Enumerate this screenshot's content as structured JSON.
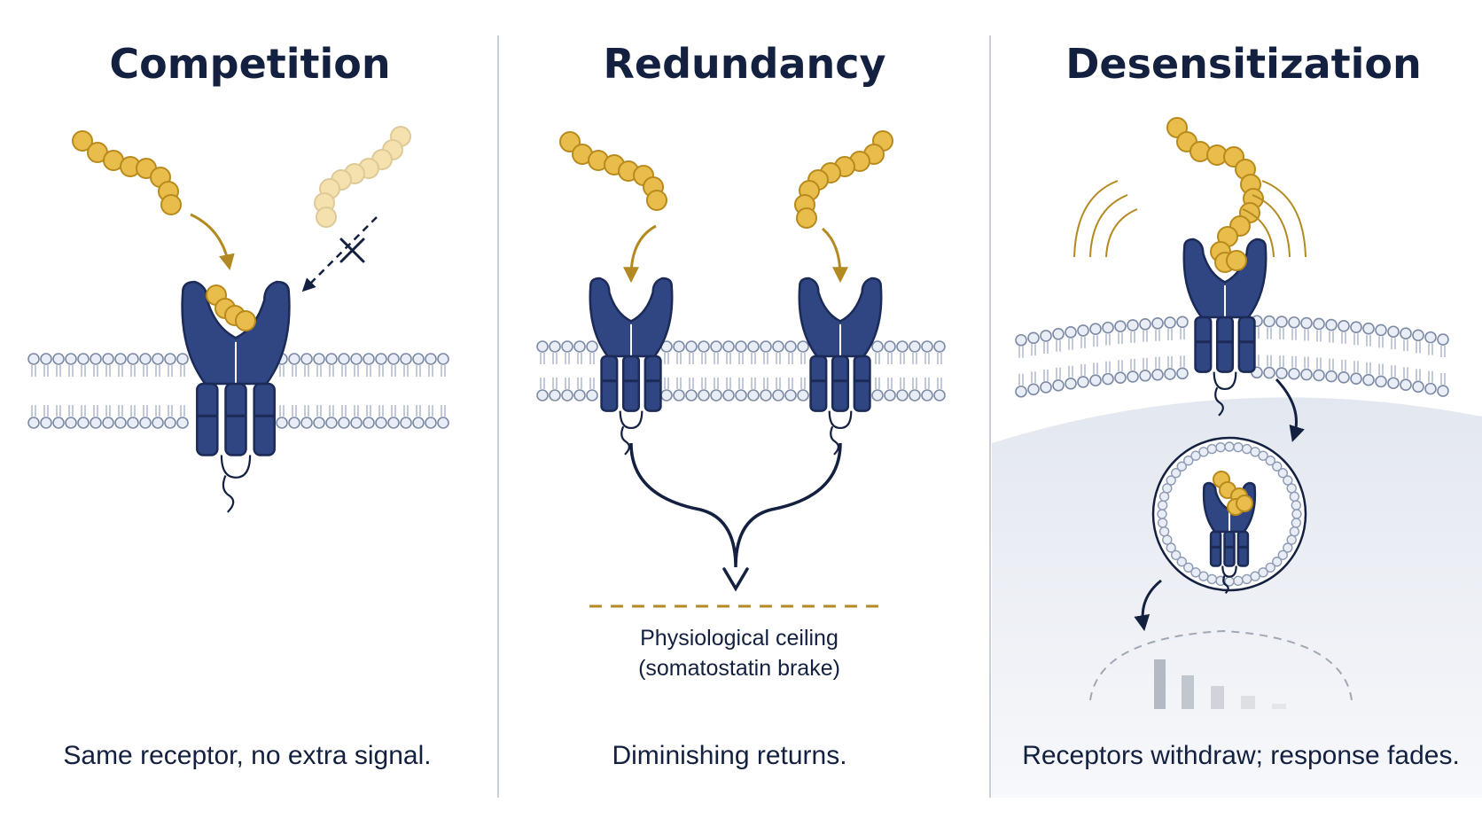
{
  "panels": [
    {
      "title": "Competition",
      "caption": "Same receptor, no extra signal."
    },
    {
      "title": "Redundancy",
      "caption": "Diminishing returns.",
      "ceiling_line1": "Physiological ceiling",
      "ceiling_line2": "(somatostatin brake)"
    },
    {
      "title": "Desensitization",
      "caption": "Receptors withdraw; response fades."
    }
  ],
  "colors": {
    "receptor": "#2f4683",
    "receptor_dark": "#1b2a56",
    "peptide": "#e8bd4c",
    "peptide_edge": "#b88a1c",
    "arrow_gold": "#b38a22",
    "ink": "#13203f",
    "membrane": "#9aa7c0",
    "divider": "#c9cfd9"
  }
}
